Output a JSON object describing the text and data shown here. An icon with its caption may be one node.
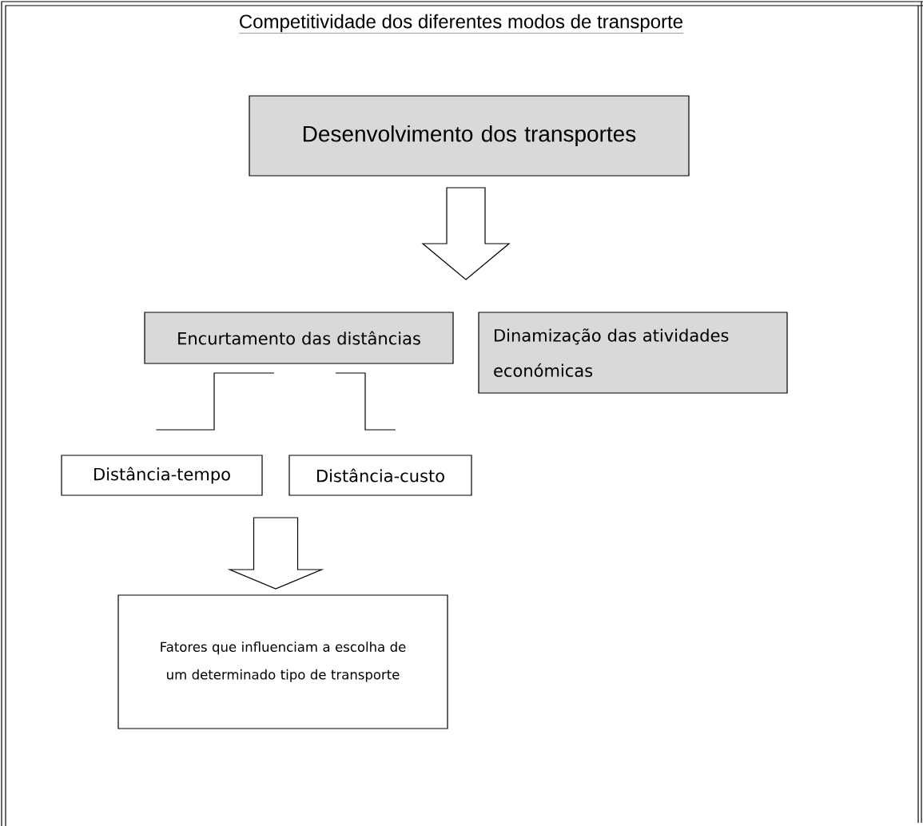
{
  "diagram": {
    "title": "Competitividade dos diferentes modos de transporte",
    "nodes": [
      {
        "text": [
          "Desenvolvimento dos transportes"
        ]
      },
      {
        "text": [
          "Encurtamento das distâncias"
        ]
      },
      {
        "text": [
          "Dinamização das atividades económicas"
        ]
      },
      {
        "text": [
          "Distância-tempo"
        ]
      },
      {
        "text": [
          "Distância-custo"
        ]
      },
      {
        "text": [
          "Fatores que influenciam a escolha de um determinado tipo de transporte"
        ]
      }
    ],
    "edges": [
      {
        "from": 0,
        "to": 1,
        "arrow": "to"
      },
      {
        "from": 0,
        "to": 2,
        "arrow": "to"
      },
      {
        "from": 1,
        "to": 3,
        "arrow": "none"
      },
      {
        "from": 1,
        "to": 4,
        "arrow": "none"
      },
      {
        "from": 3,
        "to": 5,
        "arrow": "to"
      },
      {
        "from": 4,
        "to": 5,
        "arrow": "to"
      }
    ]
  }
}
